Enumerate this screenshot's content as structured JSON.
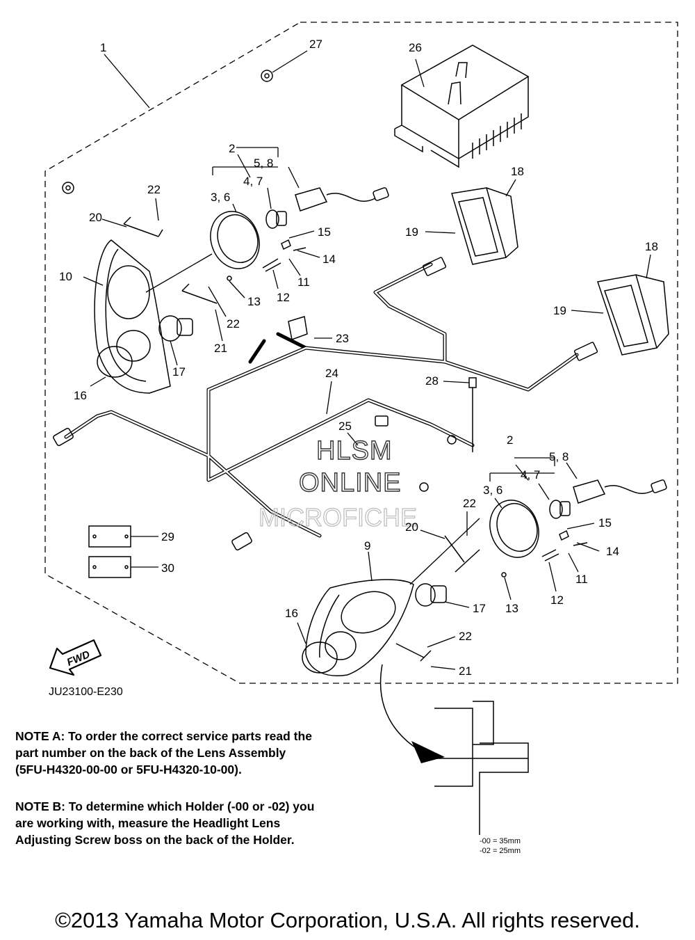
{
  "diagram": {
    "callouts": {
      "c1": "1",
      "c27": "27",
      "c26": "26",
      "c2a": "2",
      "c58a": "5, 8",
      "c47a": "4, 7",
      "c36a": "3, 6",
      "c22a": "22",
      "c20a": "20",
      "c15a": "15",
      "c14a": "14",
      "c10": "10",
      "c11a": "11",
      "c12a": "12",
      "c13a": "13",
      "c22b": "22",
      "c21a": "21",
      "c17a": "17",
      "c16a": "16",
      "c23": "23",
      "c24": "24",
      "c18a": "18",
      "c19a": "19",
      "c18b": "18",
      "c19b": "19",
      "c28": "28",
      "c25": "25",
      "c2b": "2",
      "c58b": "5, 8",
      "c47b": "4, 7",
      "c36b": "3, 6",
      "c22c": "22",
      "c20b": "20",
      "c15b": "15",
      "c14b": "14",
      "c11b": "11",
      "c12b": "12",
      "c13b": "13",
      "c9": "9",
      "c17b": "17",
      "c16b": "16",
      "c22d": "22",
      "c21b": "21",
      "c29": "29",
      "c30": "30"
    },
    "fwd_label": "FWD",
    "figure_code": "JU23100-E230",
    "watermark": {
      "line1": "HLSM",
      "line2": "ONLINE",
      "line3": "MICROFICHE"
    },
    "detail": {
      "dim1": "-00 = 35mm",
      "dim2": "-02 = 25mm"
    }
  },
  "notes": {
    "a": {
      "line1": "NOTE A: To order the correct service parts read the",
      "line2": "part number on the back of the Lens Assembly",
      "line3": "(5FU-H4320-00-00  or  5FU-H4320-10-00)."
    },
    "b": {
      "line1": "NOTE B: To determine which Holder (-00 or -02) you",
      "line2": "are working with, measure the Headlight Lens",
      "line3": "Adjusting Screw boss on the back of the Holder."
    }
  },
  "footer": {
    "copyright": "©2013 Yamaha Motor Corporation, U.S.A. All rights reserved."
  }
}
